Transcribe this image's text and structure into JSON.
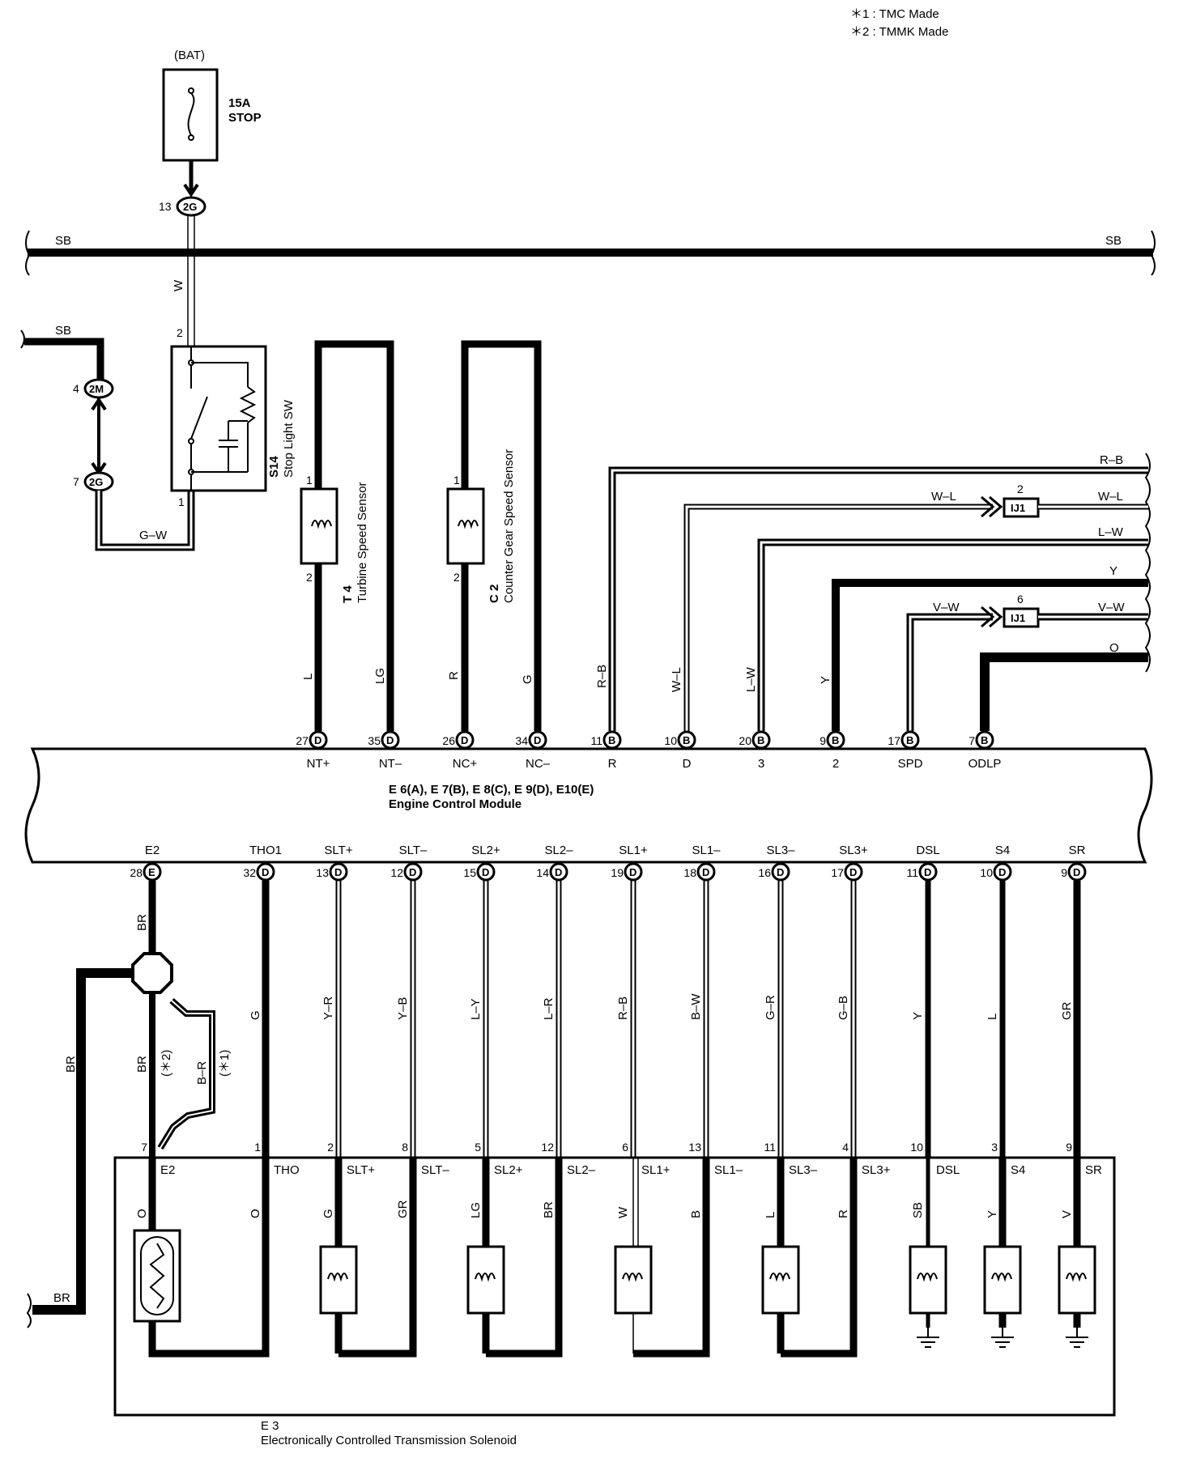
{
  "notes": {
    "n1": "＊1 : TMC Made",
    "n2": "＊2 : TMMK Made"
  },
  "fuse": {
    "source": "(BAT)",
    "rating": "15A",
    "name": "STOP"
  },
  "bus": {
    "left": "SB",
    "right": "SB"
  },
  "stop_sw": {
    "code": "S14",
    "name": "Stop Light SW",
    "conn_top": "2G",
    "pin_top": "13",
    "wire_top": "W",
    "pin2": "2",
    "pin1": "1",
    "wire_out": "G–W",
    "sb_label": "SB",
    "j1": "2M",
    "j1_pin": "4",
    "j2": "2G",
    "j2_pin": "7"
  },
  "t4": {
    "code": "T 4",
    "name": "Turbine Speed Sensor",
    "pin1": "1",
    "pin2": "2",
    "wire1": "L",
    "wire2": "LG"
  },
  "c2": {
    "code": "C 2",
    "name": "Counter Gear Speed Sensor",
    "pin1": "1",
    "pin2": "2",
    "wire1": "R",
    "wire2": "G"
  },
  "right_wires": [
    {
      "name": "R–B",
      "end": "R–B"
    },
    {
      "name": "W–L",
      "end": "W–L",
      "joint": "IJ1",
      "jpin": "2"
    },
    {
      "name": "L–W",
      "end": "L–W"
    },
    {
      "name": "Y",
      "end": "Y"
    },
    {
      "name": "V–W",
      "end": "V–W",
      "joint": "IJ1",
      "jpin": "6"
    },
    {
      "name": "O",
      "end": "O"
    }
  ],
  "ecm": {
    "title": "E 6(A), E 7(B), E 8(C), E 9(D), E10(E)",
    "name": "Engine Control Module",
    "top_pins": [
      {
        "pin": "27",
        "conn": "D",
        "sig": "NT+"
      },
      {
        "pin": "35",
        "conn": "D",
        "sig": "NT–"
      },
      {
        "pin": "26",
        "conn": "D",
        "sig": "NC+"
      },
      {
        "pin": "34",
        "conn": "D",
        "sig": "NC–"
      },
      {
        "pin": "11",
        "conn": "B",
        "sig": "R",
        "wire": "R–B"
      },
      {
        "pin": "10",
        "conn": "B",
        "sig": "D",
        "wire": "W–L"
      },
      {
        "pin": "20",
        "conn": "B",
        "sig": "3",
        "wire": "L–W"
      },
      {
        "pin": "9",
        "conn": "B",
        "sig": "2",
        "wire": "Y"
      },
      {
        "pin": "17",
        "conn": "B",
        "sig": "SPD"
      },
      {
        "pin": "7",
        "conn": "B",
        "sig": "ODLP"
      }
    ],
    "bottom_pins": [
      {
        "sig": "E2",
        "pin": "28",
        "conn": "E",
        "wire": "BR"
      },
      {
        "sig": "THO1",
        "pin": "32",
        "conn": "D",
        "wire": "G"
      },
      {
        "sig": "SLT+",
        "pin": "13",
        "conn": "D",
        "wire": "Y–R"
      },
      {
        "sig": "SLT–",
        "pin": "12",
        "conn": "D",
        "wire": "Y–B"
      },
      {
        "sig": "SL2+",
        "pin": "15",
        "conn": "D",
        "wire": "L–Y"
      },
      {
        "sig": "SL2–",
        "pin": "14",
        "conn": "D",
        "wire": "L–R"
      },
      {
        "sig": "SL1+",
        "pin": "19",
        "conn": "D",
        "wire": "R–B"
      },
      {
        "sig": "SL1–",
        "pin": "18",
        "conn": "D",
        "wire": "B–W"
      },
      {
        "sig": "SL3–",
        "pin": "16",
        "conn": "D",
        "wire": "G–R"
      },
      {
        "sig": "SL3+",
        "pin": "17",
        "conn": "D",
        "wire": "G–B"
      },
      {
        "sig": "DSL",
        "pin": "11",
        "conn": "D",
        "wire": "Y"
      },
      {
        "sig": "S4",
        "pin": "10",
        "conn": "D",
        "wire": "L"
      },
      {
        "sig": "SR",
        "pin": "9",
        "conn": "D",
        "wire": "GR"
      }
    ]
  },
  "e2_branch": {
    "br_left": "BR",
    "br_main": "BR",
    "br_r": "B–R",
    "note1": "(＊2)",
    "note2": "(＊1)",
    "br_end": "BR"
  },
  "solenoid": {
    "code": "E 3",
    "name": "Electronically Controlled Transmission Solenoid",
    "pins": [
      {
        "pin": "7",
        "sig": "E2",
        "wire": "O"
      },
      {
        "pin": "1",
        "sig": "THO",
        "wire": "O"
      },
      {
        "pin": "2",
        "sig": "SLT+",
        "wire": "G"
      },
      {
        "pin": "8",
        "sig": "SLT–",
        "wire": "GR"
      },
      {
        "pin": "5",
        "sig": "SL2+",
        "wire": "LG"
      },
      {
        "pin": "12",
        "sig": "SL2–",
        "wire": "BR"
      },
      {
        "pin": "6",
        "sig": "SL1+",
        "wire": "W"
      },
      {
        "pin": "13",
        "sig": "SL1–",
        "wire": "B"
      },
      {
        "pin": "11",
        "sig": "SL3–",
        "wire": "L"
      },
      {
        "pin": "4",
        "sig": "SL3+",
        "wire": "R"
      },
      {
        "pin": "10",
        "sig": "DSL",
        "wire": "SB"
      },
      {
        "pin": "3",
        "sig": "S4",
        "wire": "Y"
      },
      {
        "pin": "9",
        "sig": "SR",
        "wire": "V"
      }
    ]
  }
}
